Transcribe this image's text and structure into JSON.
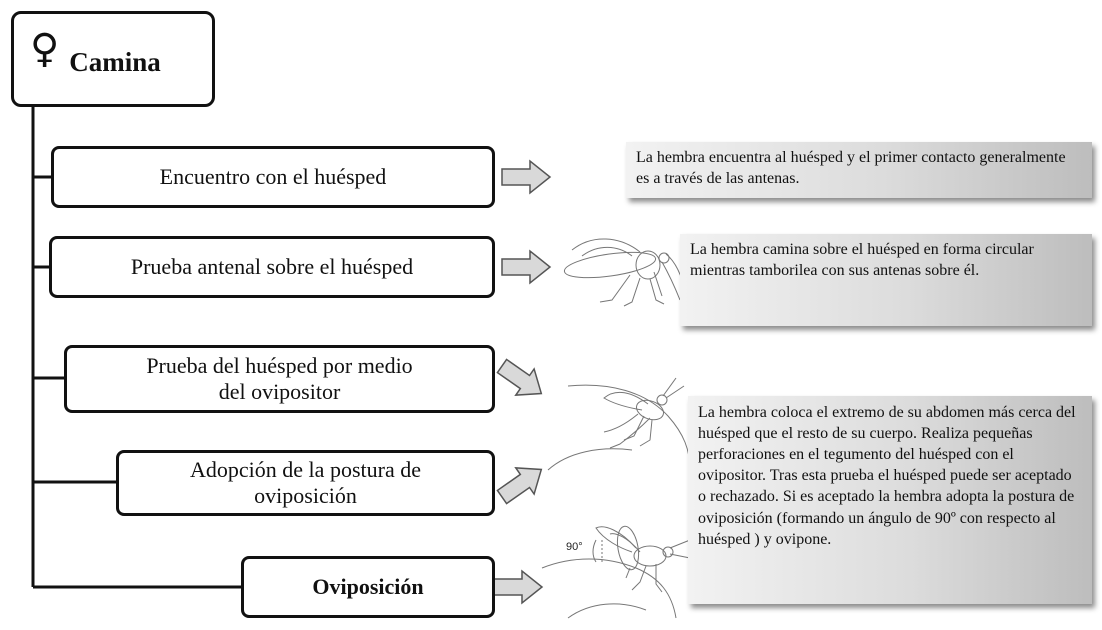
{
  "root": {
    "symbol": "♀",
    "label": "Camina"
  },
  "steps": [
    {
      "label": "Encuentro con el huésped"
    },
    {
      "label": "Prueba antenal sobre el huésped"
    },
    {
      "label": "Prueba del huésped por medio del ovipositor"
    },
    {
      "label": "Adopción de la postura de oviposición"
    },
    {
      "label": "Oviposición"
    }
  ],
  "notes": [
    {
      "text": "La hembra encuentra al huésped y el primer contacto generalmente es a través de las antenas."
    },
    {
      "text": "La hembra camina sobre el huésped en forma circular mientras tamborilea con sus antenas sobre él."
    },
    {
      "text": "La hembra coloca el extremo de su abdomen más cerca del huésped que el resto de su cuerpo. Realiza pequeñas perforaciones en  el tegumento del huésped con el ovipositor. Tras esta prueba el huésped puede ser aceptado o rechazado. Si  es aceptado la hembra adopta la postura de oviposición (formando un ángulo de 90º con respecto al huésped ) y ovipone."
    }
  ],
  "angle_label": "90°",
  "icons": [
    "female-symbol-icon",
    "right-arrow-icon",
    "down-right-arrow-icon",
    "up-right-arrow-icon",
    "wasp-sketch-icon"
  ]
}
